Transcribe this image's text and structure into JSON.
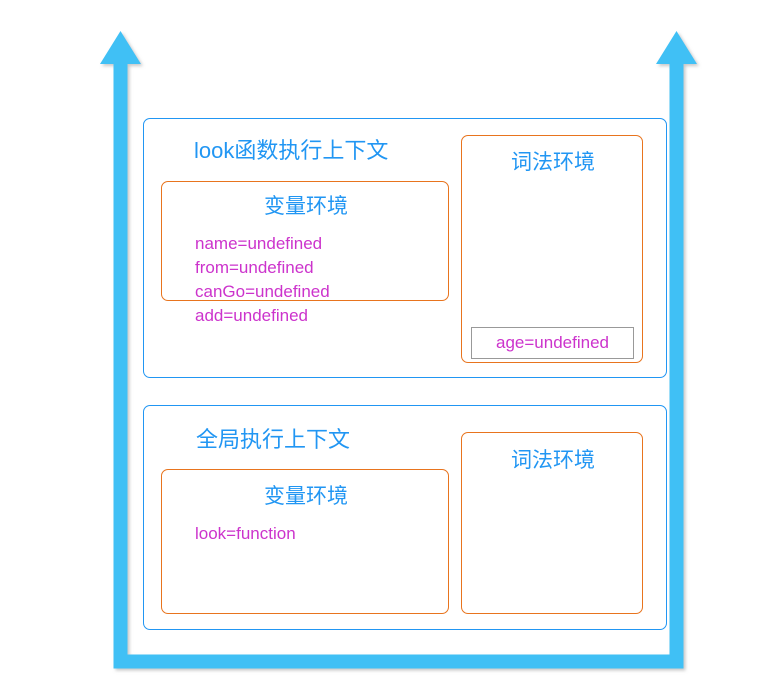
{
  "diagram": {
    "title_semantic": "javascript-execution-context-scope-chain",
    "colors": {
      "context_border": "#2196F3",
      "env_border": "#E8741E",
      "title_text": "#2196F3",
      "variable_text": "#CC33CC",
      "chip_border": "#999999",
      "arrow": "#40C0F5",
      "background": "#FFFFFF"
    },
    "arrows": {
      "name": "scope-chain-arrow",
      "direction": "up",
      "count": 2,
      "shape": "u-bracket-with-two-up-arrowheads"
    },
    "contexts": [
      {
        "id": "look-function-context",
        "title": "look函数执行上下文",
        "variable_environment": {
          "title": "变量环境",
          "bindings": [
            "name=undefined",
            "from=undefined",
            "canGo=undefined",
            "add=undefined"
          ]
        },
        "lexical_environment": {
          "title": "词法环境",
          "bindings": [
            "age=undefined"
          ]
        }
      },
      {
        "id": "global-context",
        "title": "全局执行上下文",
        "variable_environment": {
          "title": "变量环境",
          "bindings": [
            "look=function"
          ]
        },
        "lexical_environment": {
          "title": "词法环境",
          "bindings": []
        }
      }
    ]
  }
}
